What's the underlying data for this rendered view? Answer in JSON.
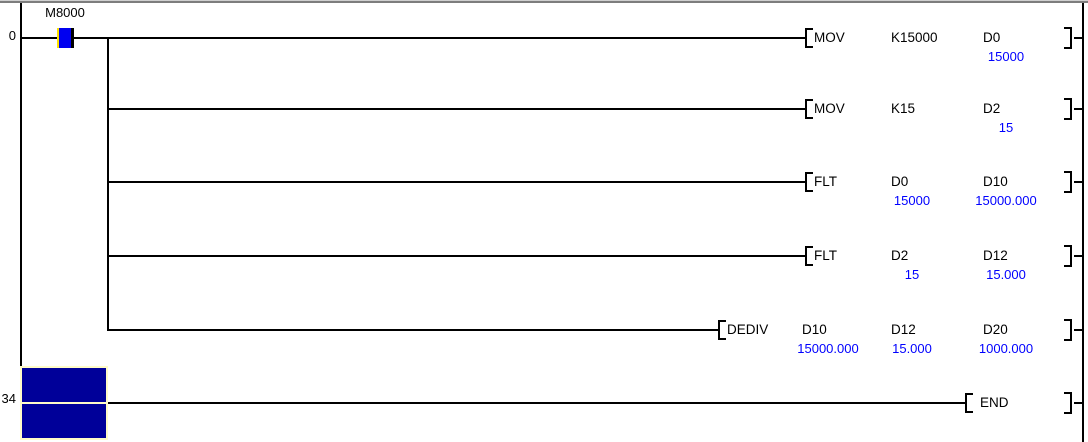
{
  "colors": {
    "monitor_text": "#0000ff",
    "contact_on": "#0000f0",
    "contact_left_edge": "#ffe400",
    "cursor_fill": "#000099",
    "cursor_border": "#fffbc8",
    "line": "#000000",
    "top_border": "#7d7d7d"
  },
  "rungs": [
    {
      "number": "0",
      "contact": {
        "device": "M8000",
        "state": "on"
      },
      "instructions": [
        {
          "mnemonic": "MOV",
          "operands": [
            "K15000",
            "D0"
          ],
          "values": [
            "",
            "15000"
          ]
        },
        {
          "mnemonic": "MOV",
          "operands": [
            "K15",
            "D2"
          ],
          "values": [
            "",
            "15"
          ]
        },
        {
          "mnemonic": "FLT",
          "operands": [
            "D0",
            "D10"
          ],
          "values": [
            "15000",
            "15000.000"
          ]
        },
        {
          "mnemonic": "FLT",
          "operands": [
            "D2",
            "D12"
          ],
          "values": [
            "15",
            "15.000"
          ]
        },
        {
          "mnemonic": "DEDIV",
          "operands": [
            "D10",
            "D12",
            "D20"
          ],
          "values": [
            "15000.000",
            "15.000",
            "1000.000"
          ]
        }
      ]
    },
    {
      "number": "34",
      "instructions": [
        {
          "mnemonic": "END",
          "operands": [],
          "values": []
        }
      ]
    }
  ]
}
